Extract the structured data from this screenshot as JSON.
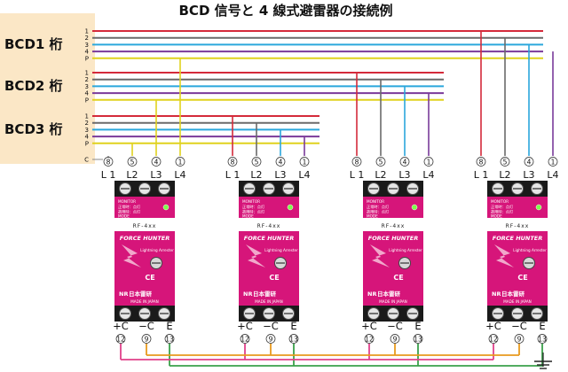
{
  "title": "BCD 信号と 4 線式避雷器の接続例",
  "groups": [
    {
      "label": "BCD1 桁",
      "lines": [
        "1",
        "2",
        "3",
        "4",
        "P"
      ]
    },
    {
      "label": "BCD2 桁",
      "lines": [
        "1",
        "2",
        "3",
        "4",
        "P"
      ]
    },
    {
      "label": "BCD3 桁",
      "lines": [
        "1",
        "2",
        "3",
        "4",
        "P"
      ]
    }
  ],
  "common_line_label": "C",
  "line_colors": [
    "#d42a3a",
    "#6a6a6a",
    "#2aa7dc",
    "#7a3a9a",
    "#e0d21e"
  ],
  "common_color": "#ffffff",
  "terminal_numbers_top": [
    "⑧",
    "⑤",
    "④",
    "①"
  ],
  "terminal_labels_top": [
    "L 1",
    "L2",
    "L3",
    "L4"
  ],
  "terminal_numbers_bottom": [
    "⑫",
    "⑨",
    "⑬"
  ],
  "terminal_labels_bottom": [
    "+C",
    "−C",
    "E"
  ],
  "device": {
    "monitor": "MONITOR",
    "monitor_sub1": "正常時：点灯",
    "monitor_sub2": "故障時：点灯",
    "mode": "MODE",
    "model": "RF‐4xx",
    "brand": "FORCE HUNTER",
    "brand_sub": "Lightning Arrester",
    "ce": "CE",
    "maker": "日本雷研",
    "maker_prefix": "NR",
    "made_in": "MADE IN JAPAN"
  },
  "bottom_wire_colors": {
    "plus_c": "#e0408a",
    "minus_c": "#e89a1e",
    "earth": "#3aa04a"
  },
  "label_bg_color": "#fbe7c6",
  "device_color": "#d6157a"
}
